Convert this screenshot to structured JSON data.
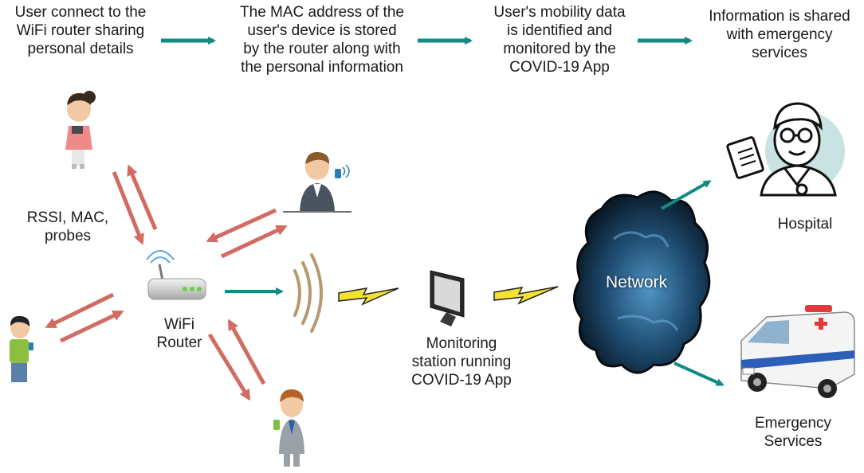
{
  "colors": {
    "teal": "#138a85",
    "red_arrow": "#d26b63",
    "cloud_dark": "#0b1620",
    "cloud_light": "#3c7fae",
    "bolt": "#f3e233"
  },
  "steps": [
    "User connect to the WiFi router sharing personal details",
    "The MAC address of the user's device is stored by the router along with the personal information",
    "User's mobility data is identified and monitored by the COVID-19 App",
    "Information is shared with emergency services"
  ],
  "step_lines": [
    [
      "User connect to the",
      "WiFi router sharing",
      "personal details"
    ],
    [
      "The MAC address of the",
      "user's device is stored",
      "by the router along with",
      "the personal information"
    ],
    [
      "User's mobility data",
      "is identified and",
      "monitored by the",
      "COVID-19 App"
    ],
    [
      "Information is shared",
      "with emergency",
      "services"
    ]
  ],
  "labels": {
    "rssi": [
      "RSSI, MAC,",
      "probes"
    ],
    "router": [
      "WiFi",
      "Router"
    ],
    "station": [
      "Monitoring",
      "station running",
      "COVID-19 App"
    ],
    "network": "Network",
    "hospital": "Hospital",
    "emergency": [
      "Emergency",
      "Services"
    ]
  },
  "icons": [
    "woman-user-icon",
    "businessman-user-icon",
    "boy-user-icon",
    "man-user-icon",
    "wifi-router-icon",
    "signal-waves-icon",
    "monitor-icon",
    "lightning-bolt-icon",
    "network-cloud-icon",
    "doctor-icon",
    "ambulance-icon"
  ]
}
